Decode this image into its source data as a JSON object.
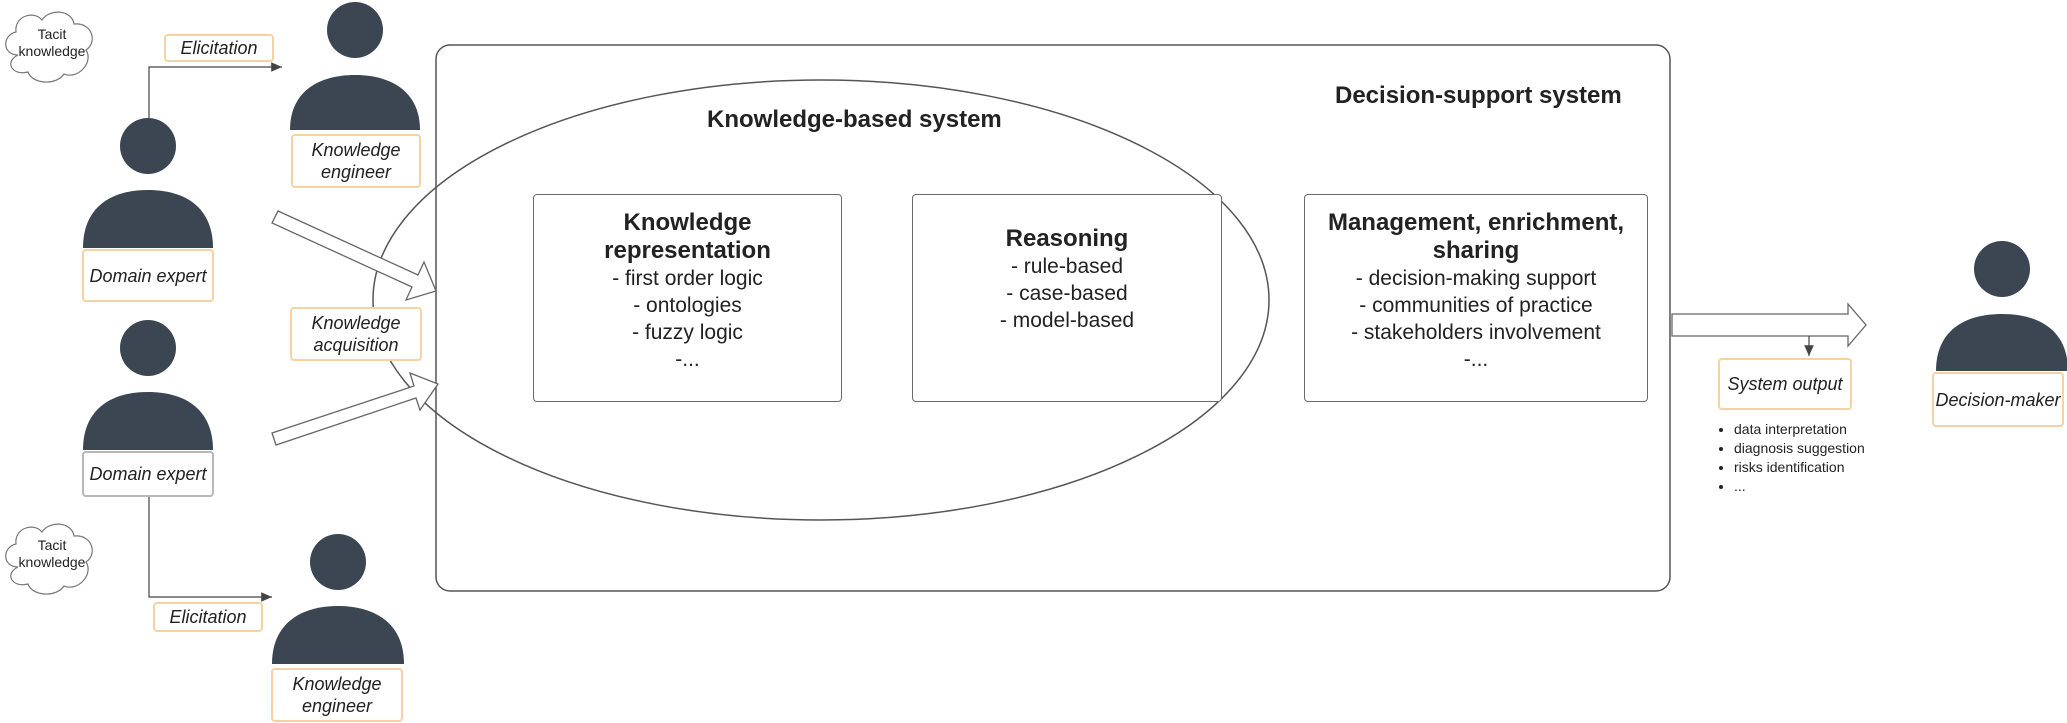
{
  "diagram": {
    "tacit_top": "Tacit\nknowledge",
    "tacit_bottom": "Tacit\nknowledge",
    "elicitation_top": "Elicitation",
    "elicitation_bottom": "Elicitation",
    "knowledge_engineer_top": "Knowledge\nengineer",
    "knowledge_engineer_bottom": "Knowledge\nengineer",
    "domain_expert_top": "Domain expert",
    "domain_expert_bottom": "Domain expert",
    "knowledge_acquisition": "Knowledge\nacquisition",
    "dss_title": "Decision-support system",
    "kbs_title": "Knowledge-based system",
    "boxes": [
      {
        "title": "Knowledge\nrepresentation",
        "items": [
          "- first order logic",
          "- ontologies",
          "- fuzzy logic",
          "-..."
        ]
      },
      {
        "title": "Reasoning",
        "items": [
          "- rule-based",
          "- case-based",
          "- model-based"
        ]
      },
      {
        "title": "Management, enrichment,\nsharing",
        "items": [
          "- decision-making support",
          "- communities of practice",
          "- stakeholders involvement",
          "-..."
        ]
      }
    ],
    "system_output": "System output",
    "output_items": [
      "data interpretation",
      "diagnosis suggestion",
      "risks identification",
      "..."
    ],
    "decision_maker": "Decision-maker",
    "colors": {
      "person": "#3b4652",
      "label_border": "#f6d2a3",
      "stroke": "#555555"
    }
  }
}
